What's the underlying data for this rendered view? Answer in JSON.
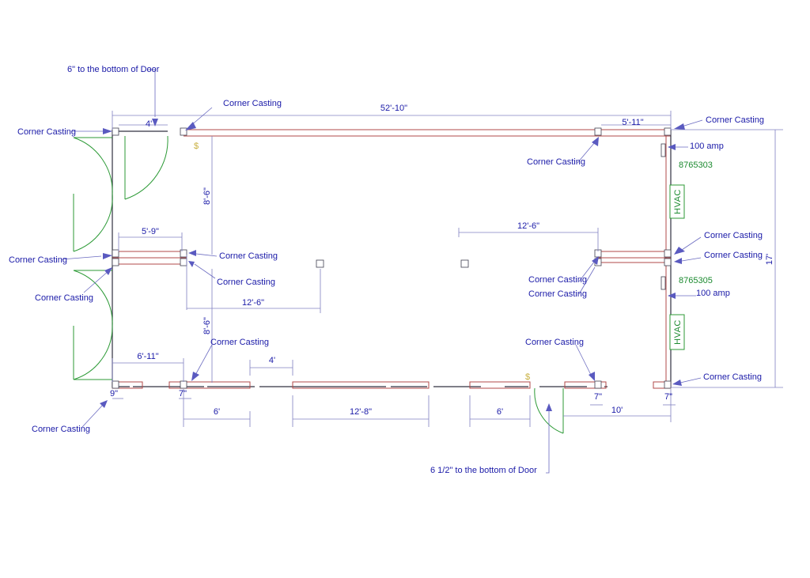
{
  "overall": {
    "length": "52'-10\"",
    "width": "17'"
  },
  "notes": {
    "door_top": "6\" to the bottom of Door",
    "door_bottom": "6 1/2\" to the bottom of Door"
  },
  "corner_casting": "Corner Casting",
  "electrical": [
    {
      "amp": "100 amp",
      "meter": "8765303"
    },
    {
      "amp": "100 amp",
      "meter": "8765305"
    }
  ],
  "hvac_label": "HVAC",
  "dimensions": {
    "top_door_offset": "4'",
    "top_right": "5'-11\"",
    "left_partition": "5'-9\"",
    "right_partition": "12'-6\"",
    "left_room_depth": "12'-6\"",
    "upper_vertical": "8'-6\"",
    "lower_vertical": "8'-6\"",
    "bottom_left_room": "6'-11\"",
    "bottom_window_gap": "4'",
    "bottom_9": "9\"",
    "bottom_7a": "7\"",
    "bottom_6a": "6'",
    "bottom_12_8": "12'-8\"",
    "bottom_6b": "6'",
    "bottom_7b": "7\"",
    "bottom_10": "10'",
    "bottom_7c": "7\""
  },
  "switch_symbol": "$"
}
